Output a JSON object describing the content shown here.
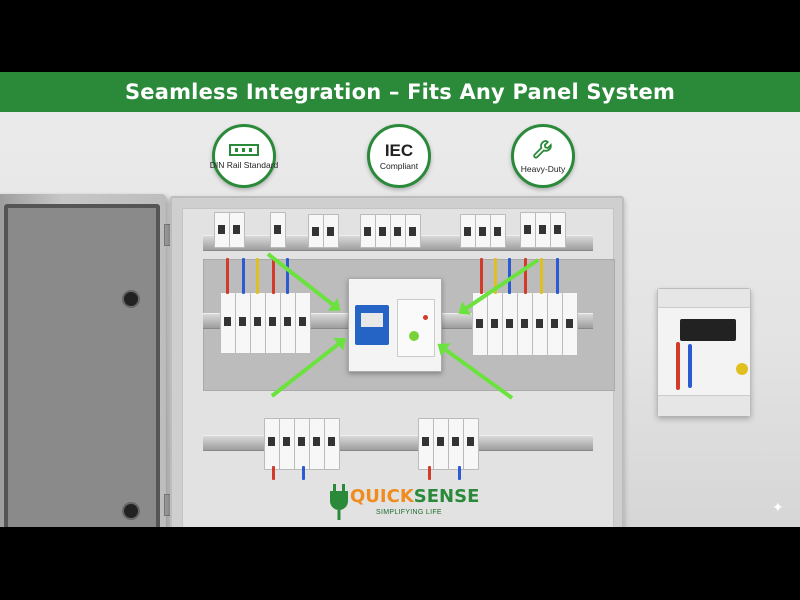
{
  "banner": {
    "title": "Seamless Integration – Fits Any Panel System"
  },
  "badges": [
    {
      "label": "DIN Rail Standard",
      "icon": "din-rail-icon"
    },
    {
      "big": "IEC",
      "label": "Compliant",
      "icon": "iec-icon"
    },
    {
      "label": "Heavy-Duty",
      "icon": "wrench-icon"
    }
  ],
  "logo": {
    "brand_a": "QUICK",
    "brand_b": "SENSE",
    "tagline": "SIMPLIFYING LIFE"
  },
  "colors": {
    "brand_green": "#2a8a3a",
    "arrow_green": "#6be23e",
    "logo_orange": "#f08c1e"
  }
}
